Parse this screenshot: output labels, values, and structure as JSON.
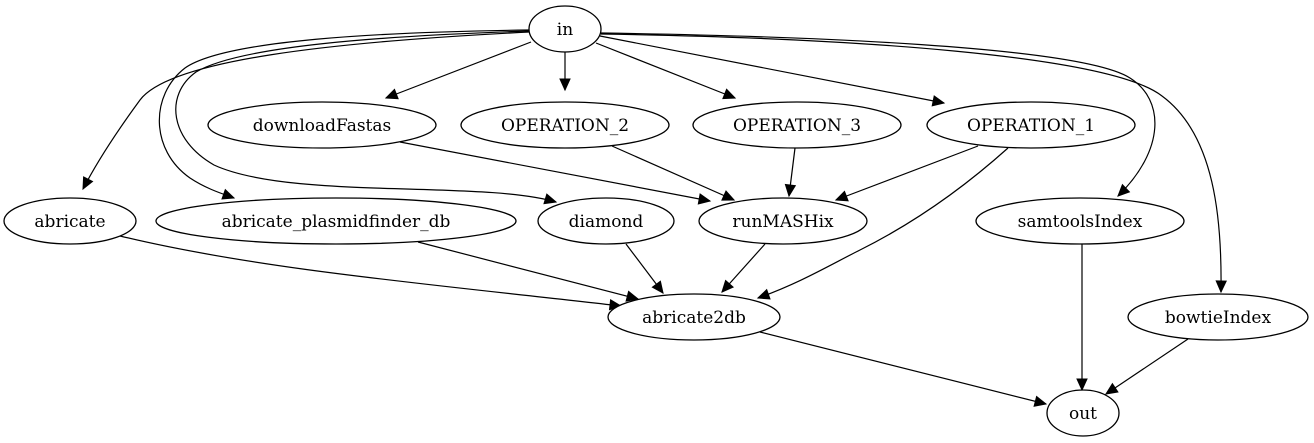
{
  "diagram": {
    "nodes": [
      {
        "id": "in",
        "label": "in"
      },
      {
        "id": "downloadFastas",
        "label": "downloadFastas"
      },
      {
        "id": "OPERATION_2",
        "label": "OPERATION_2"
      },
      {
        "id": "OPERATION_3",
        "label": "OPERATION_3"
      },
      {
        "id": "OPERATION_1",
        "label": "OPERATION_1"
      },
      {
        "id": "abricate",
        "label": "abricate"
      },
      {
        "id": "abricate_plasmidfinder_db",
        "label": "abricate_plasmidfinder_db"
      },
      {
        "id": "diamond",
        "label": "diamond"
      },
      {
        "id": "runMASHix",
        "label": "runMASHix"
      },
      {
        "id": "samtoolsIndex",
        "label": "samtoolsIndex"
      },
      {
        "id": "bowtieIndex",
        "label": "bowtieIndex"
      },
      {
        "id": "abricate2db",
        "label": "abricate2db"
      },
      {
        "id": "out",
        "label": "out"
      }
    ],
    "edges": [
      {
        "from": "in",
        "to": "downloadFastas"
      },
      {
        "from": "in",
        "to": "OPERATION_2"
      },
      {
        "from": "in",
        "to": "OPERATION_3"
      },
      {
        "from": "in",
        "to": "OPERATION_1"
      },
      {
        "from": "in",
        "to": "abricate"
      },
      {
        "from": "in",
        "to": "abricate_plasmidfinder_db"
      },
      {
        "from": "in",
        "to": "diamond"
      },
      {
        "from": "in",
        "to": "samtoolsIndex"
      },
      {
        "from": "in",
        "to": "bowtieIndex"
      },
      {
        "from": "downloadFastas",
        "to": "runMASHix"
      },
      {
        "from": "OPERATION_2",
        "to": "runMASHix"
      },
      {
        "from": "OPERATION_3",
        "to": "runMASHix"
      },
      {
        "from": "OPERATION_1",
        "to": "runMASHix"
      },
      {
        "from": "OPERATION_1",
        "to": "abricate2db"
      },
      {
        "from": "abricate",
        "to": "abricate2db"
      },
      {
        "from": "abricate_plasmidfinder_db",
        "to": "abricate2db"
      },
      {
        "from": "diamond",
        "to": "abricate2db"
      },
      {
        "from": "runMASHix",
        "to": "abricate2db"
      },
      {
        "from": "abricate2db",
        "to": "out"
      },
      {
        "from": "samtoolsIndex",
        "to": "out"
      },
      {
        "from": "bowtieIndex",
        "to": "out"
      }
    ]
  }
}
